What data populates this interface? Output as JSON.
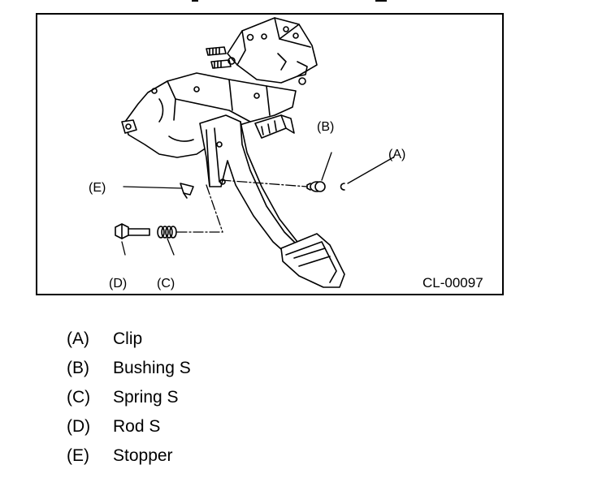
{
  "callouts": {
    "a": "(A)",
    "b": "(B)",
    "c": "(C)",
    "d": "(D)",
    "e": "(E)"
  },
  "figure_code": "CL-00097",
  "legend": [
    {
      "key": "(A)",
      "name": "Clip"
    },
    {
      "key": "(B)",
      "name": "Bushing S"
    },
    {
      "key": "(C)",
      "name": "Spring S"
    },
    {
      "key": "(D)",
      "name": "Rod S"
    },
    {
      "key": "(E)",
      "name": "Stopper"
    }
  ]
}
